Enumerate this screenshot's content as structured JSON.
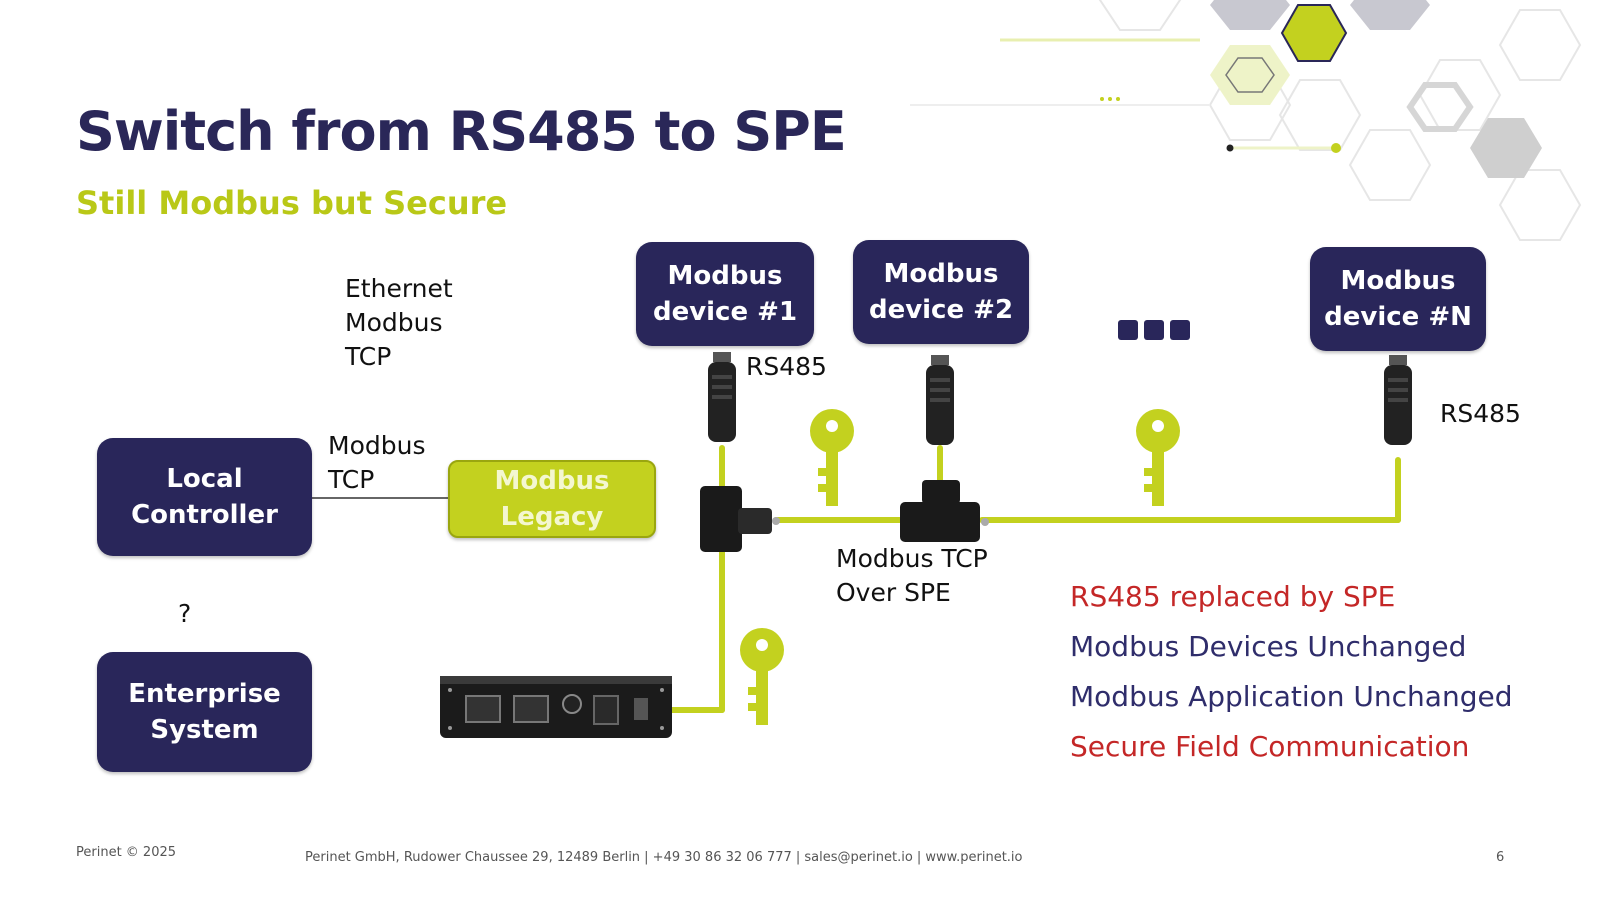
{
  "title": "Switch from RS485 to SPE",
  "subtitle": "Still Modbus but Secure",
  "boxes": {
    "local_controller": "Local\nController",
    "enterprise_system": "Enterprise\nSystem",
    "modbus_legacy": "Modbus\nLegacy",
    "device1": "Modbus\ndevice #1",
    "device2": "Modbus\ndevice #2",
    "deviceN": "Modbus\ndevice #N"
  },
  "labels": {
    "ethernet_modbus_tcp": "Ethernet\nModbus\nTCP",
    "modbus_tcp": "Modbus\nTCP",
    "rs485_1": "RS485",
    "rs485_n": "RS485",
    "modbus_tcp_over_spe": "Modbus TCP\nOver SPE",
    "question": "?"
  },
  "bullets": [
    {
      "text": "RS485 replaced by SPE",
      "color": "#c42727"
    },
    {
      "text": "Modbus Devices Unchanged",
      "color": "#2f2d6b"
    },
    {
      "text": "Modbus Application Unchanged",
      "color": "#2f2d6b"
    },
    {
      "text": "Secure Field Communication",
      "color": "#c42727"
    }
  ],
  "footer": {
    "left": "Perinet © 2025",
    "center": "Perinet GmbH, Rudower Chaussee 29, 12489 Berlin | +49 30 86 32 06 777 | sales@perinet.io | www.perinet.io",
    "page": "6"
  },
  "colors": {
    "navy": "#29265a",
    "lime": "#c3d11f",
    "red": "#c42727"
  },
  "icons": [
    "key-icon",
    "connector-icon",
    "t-splitter-icon",
    "gateway-device-icon",
    "hexagon-decoration"
  ]
}
